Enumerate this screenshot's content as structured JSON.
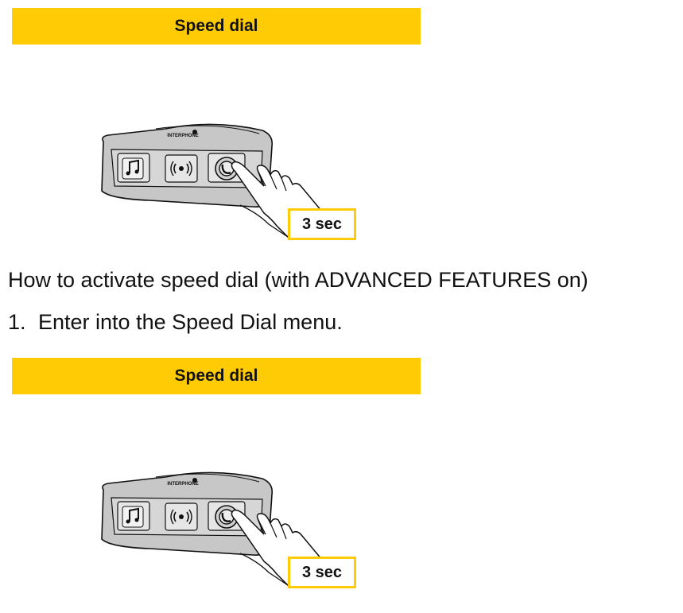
{
  "sections": [
    {
      "banner": "Speed dial",
      "device_logo": "INTERPHONE",
      "press_duration": "3 sec"
    },
    {
      "banner": "Speed dial",
      "device_logo": "INTERPHONE",
      "press_duration": "3 sec"
    }
  ],
  "heading": "How to activate speed dial (with ADVANCED FEATURES on)",
  "steps": [
    {
      "number": "1.",
      "text": "Enter into the Speed Dial menu."
    }
  ],
  "colors": {
    "banner_bg": "#FFCB05",
    "text": "#111111",
    "highlight_border": "#FFCB05"
  },
  "icons": [
    "music-note-icon",
    "intercom-icon",
    "phone-icon",
    "pressing-hand-icon"
  ]
}
